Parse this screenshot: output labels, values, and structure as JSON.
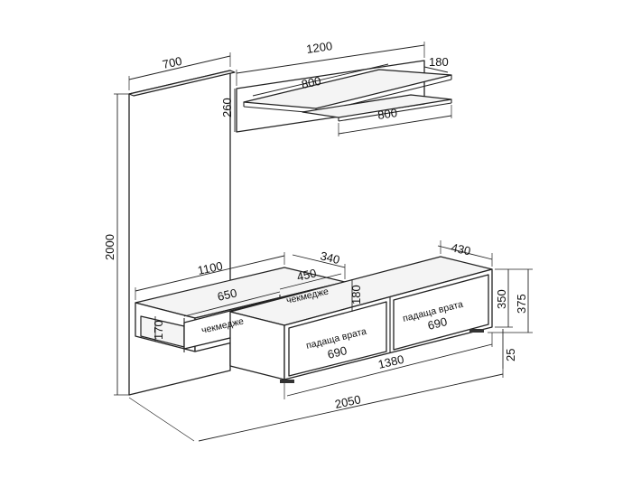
{
  "dimensions": {
    "panel_width": "700",
    "panel_height": "2000",
    "shelf_length": "1200",
    "shelf_depth": "180",
    "shelf_height": "260",
    "shelf_upper": "800",
    "shelf_lower": "800",
    "console_length": "1100",
    "console_depth": "340",
    "console_drawer_width": "650",
    "console_drawer_width_2": "450",
    "console_height": "170",
    "drawer_front_height": "180",
    "tv_unit_depth": "430",
    "tv_unit_length": "1380",
    "tv_unit_height": "350",
    "tv_unit_total_height": "375",
    "tv_unit_legs": "25",
    "overall_width": "2050",
    "door_width_1": "690",
    "door_width_2": "690"
  },
  "labels": {
    "drawer_1": "чекмедже",
    "drawer_2": "чекмедже",
    "door_1": "падаща врата",
    "door_2": "падаща врата"
  }
}
